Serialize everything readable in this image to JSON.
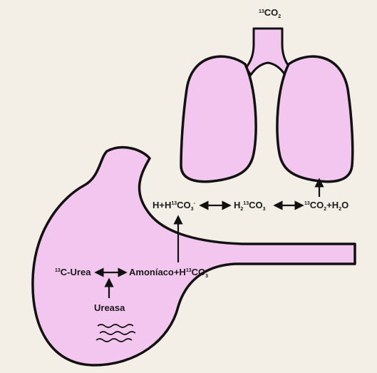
{
  "labels": {
    "co2_top_sup": "13",
    "co2_top_main": "CO",
    "co2_top_sub": "2",
    "h_h13co3_a": "H+H",
    "h_h13co3_sup": "13",
    "h_h13co3_b": "CO",
    "h_h13co3_sub": "3",
    "h_h13co3_minus": "-",
    "h2_13co3_a": "H",
    "h2_13co3_sub1": "2",
    "h2_13co3_sup": "13",
    "h2_13co3_b": "CO",
    "h2_13co3_sub2": "3",
    "co2h2o_sup": "13",
    "co2h2o_a": "CO",
    "co2h2o_sub1": "2",
    "co2h2o_b": "+H",
    "co2h2o_sub2": "2",
    "co2h2o_c": "O",
    "urea_sup": "13",
    "urea_main": "C-Urea",
    "amon_a": "Amoníaco+H",
    "amon_sup": "13",
    "amon_b": "CO",
    "amon_sub": "3",
    "amon_minus": "-",
    "ureasa": "Ureasa"
  },
  "colors": {
    "organ_fill": "#f2c6ee",
    "outline": "#111111",
    "background": "#f3efe7",
    "text": "#1a1a1a"
  }
}
